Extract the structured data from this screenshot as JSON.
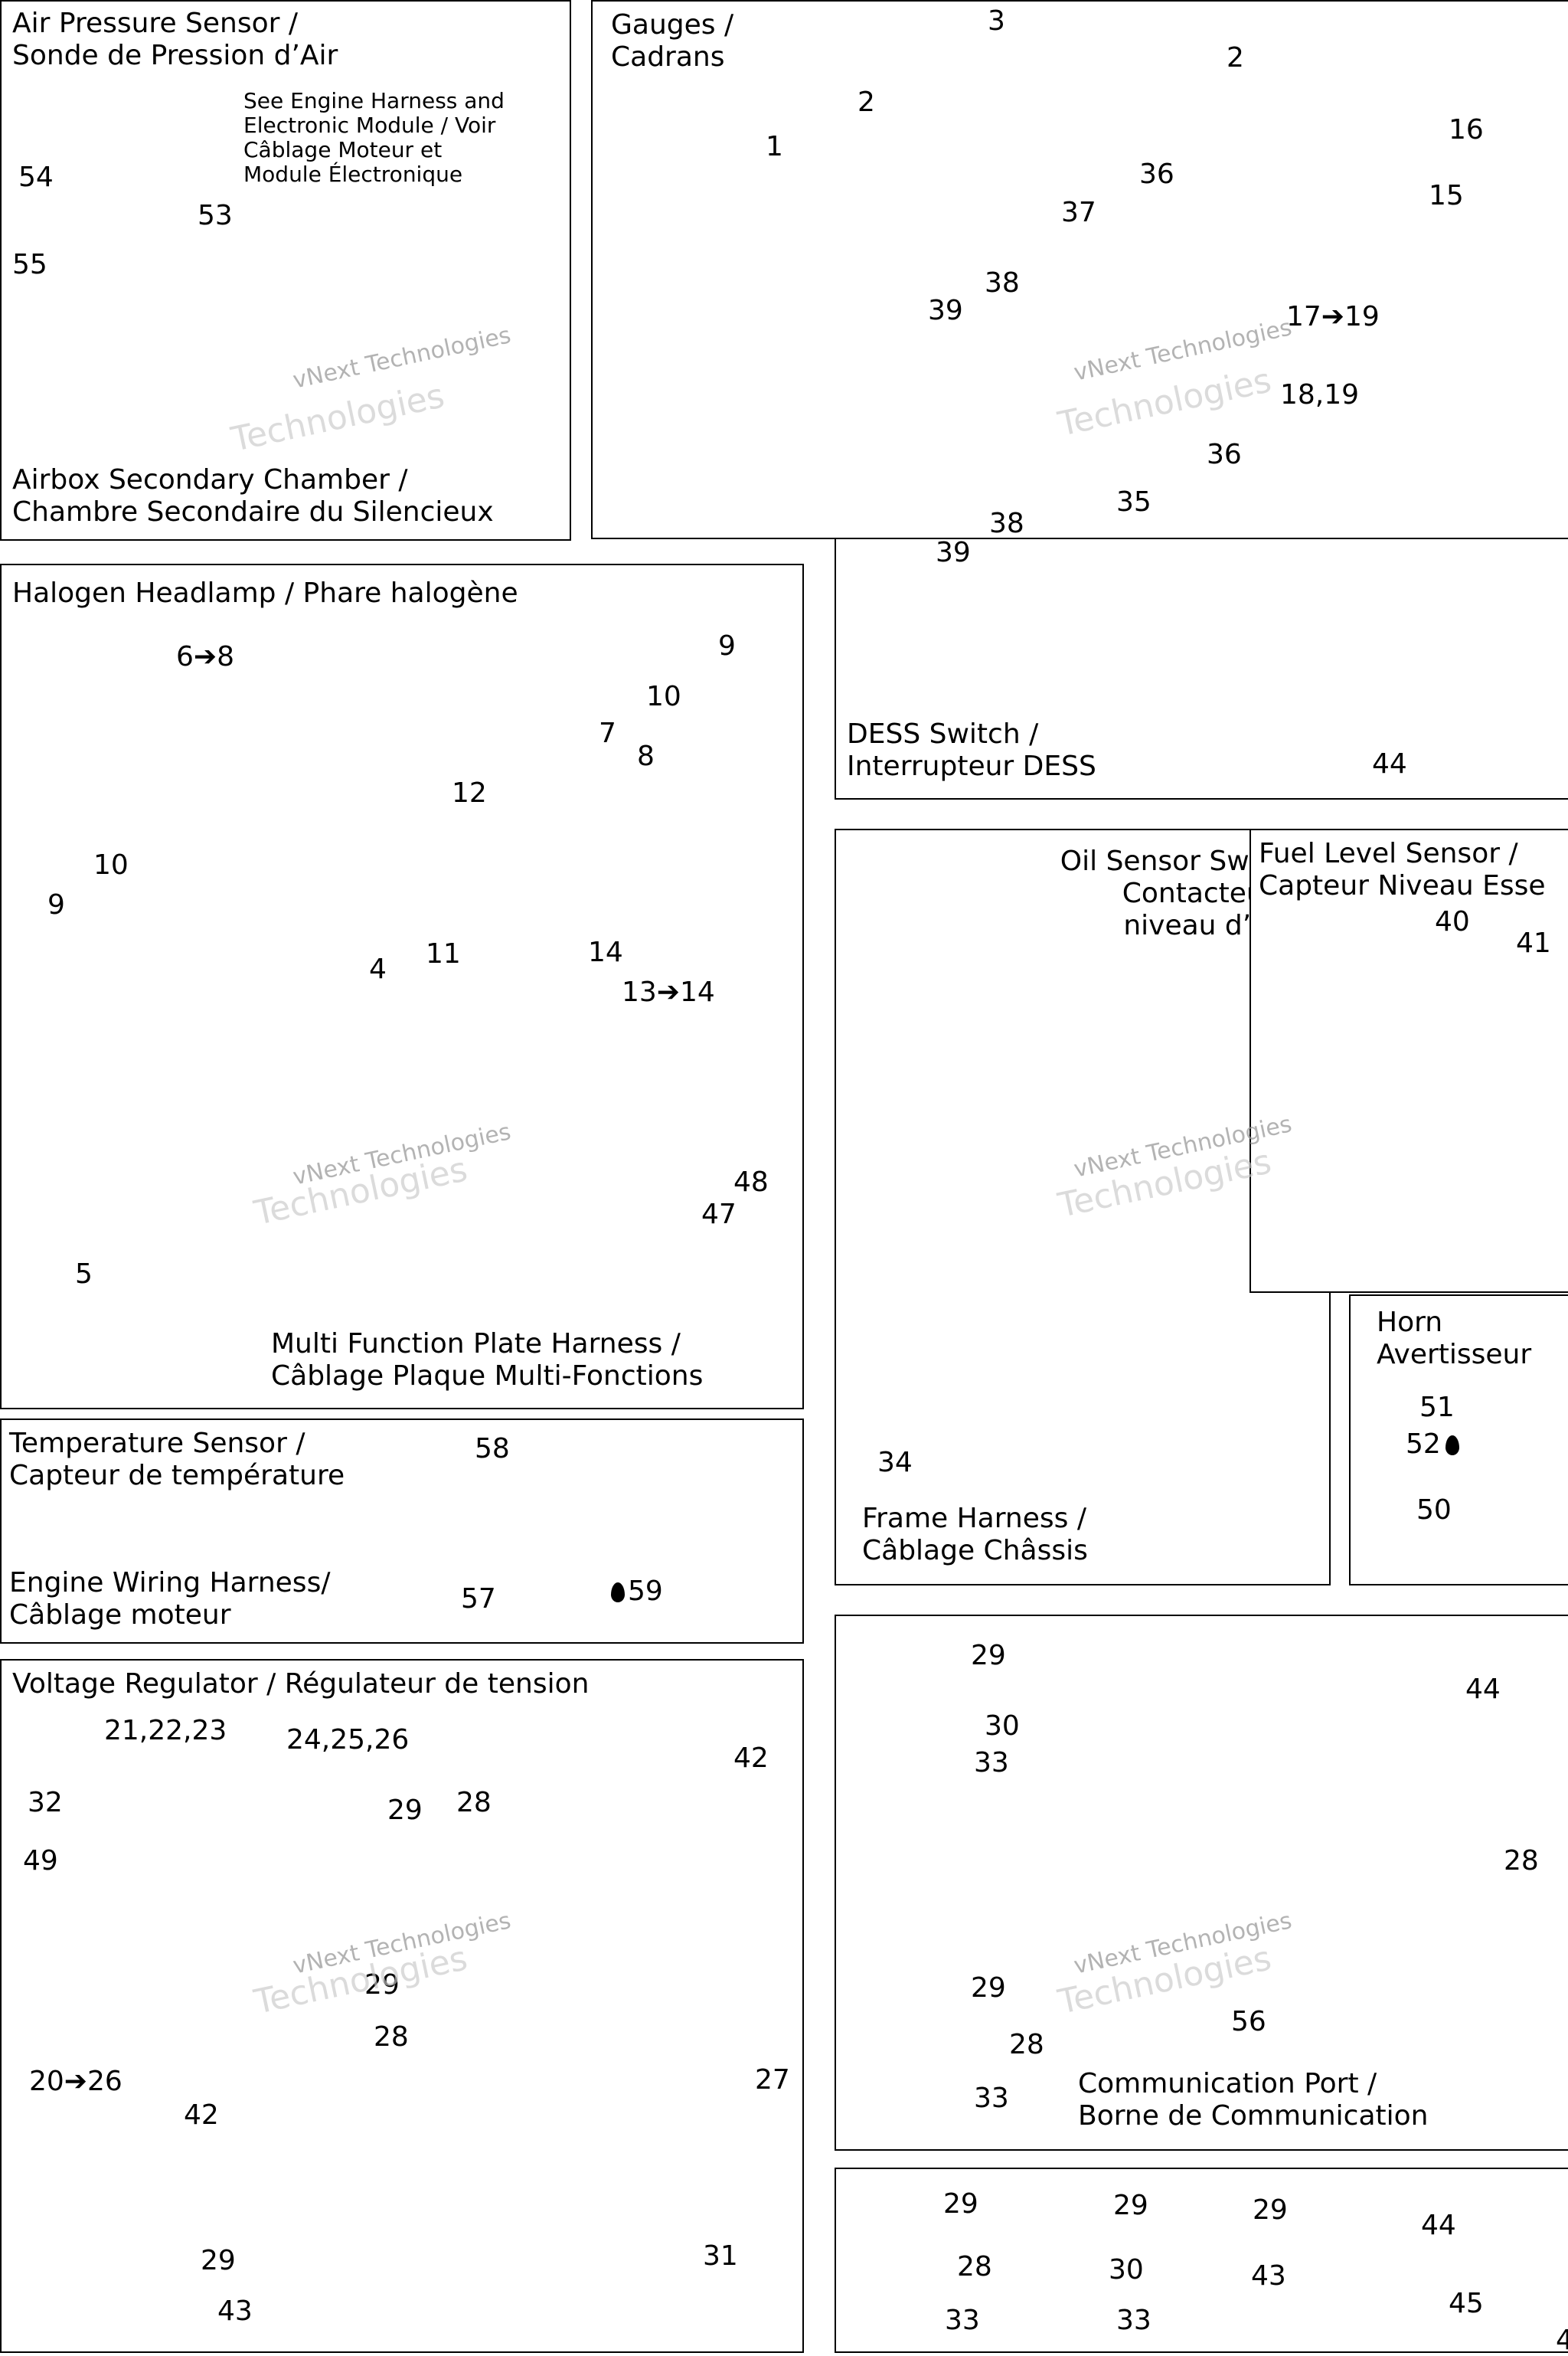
{
  "watermark": {
    "line1": "vNext",
    "line2": "Technologies"
  },
  "panels": {
    "air_pressure": {
      "title": "Air Pressure Sensor /\nSonde de Pression d’Air",
      "note": "See Engine Harness and\nElectronic Module / Voir\nCâblage Moteur et\nModule Électronique",
      "caption": "Airbox Secondary Chamber /\nChambre Secondaire du Silencieux",
      "callouts": [
        "54",
        "55",
        "53"
      ]
    },
    "gauges": {
      "title": "Gauges /\nCadrans",
      "callouts": [
        "1",
        "2",
        "3",
        "2",
        "36",
        "37",
        "38",
        "39",
        "36",
        "35",
        "38",
        "39",
        "16",
        "15",
        "17➔19",
        "18,19",
        "44"
      ],
      "caption": "DESS Switch /\nInterrupteur DESS"
    },
    "headlamp": {
      "title": "Halogen Headlamp / Phare halogène",
      "callouts": [
        "6➔8",
        "9",
        "10",
        "7",
        "8",
        "12",
        "10",
        "9",
        "11",
        "14",
        "13➔14",
        "4",
        "48",
        "47",
        "5"
      ],
      "caption": "Multi Function Plate Harness /\nCâblage Plaque Multi-Fonctions"
    },
    "oil_sensor": {
      "title": "Oil Sensor Switch /\nContacteur de\nniveau d’huile",
      "callouts": [
        "34"
      ],
      "caption": "Frame Harness /\nCâblage Châssis"
    },
    "fuel_level": {
      "title": "Fuel Level Sensor /\nCapteur Niveau Esse",
      "callouts": [
        "40",
        "41"
      ]
    },
    "horn": {
      "title": "Horn\nAvertisseur",
      "callouts": [
        "51",
        "52",
        "50"
      ]
    },
    "temperature": {
      "title": "Temperature Sensor /\nCapteur de température",
      "callouts": [
        "58",
        "57",
        "59"
      ],
      "caption": "Engine Wiring Harness/\nCâblage moteur"
    },
    "voltage": {
      "title": "Voltage Regulator / Régulateur de tension",
      "callouts": [
        "21,22,23",
        "24,25,26",
        "42",
        "32",
        "49",
        "29",
        "28",
        "29",
        "28",
        "20➔26",
        "42",
        "27",
        "29",
        "43",
        "31"
      ]
    },
    "comm_port": {
      "callouts": [
        "29",
        "30",
        "33",
        "44",
        "28",
        "29",
        "28",
        "33",
        "56"
      ],
      "caption": "Communication Port /\nBorne de Communication"
    },
    "bottom_row": {
      "callouts": [
        "29",
        "28",
        "33",
        "29",
        "30",
        "33",
        "29",
        "43",
        "44",
        "45",
        "4"
      ]
    }
  }
}
